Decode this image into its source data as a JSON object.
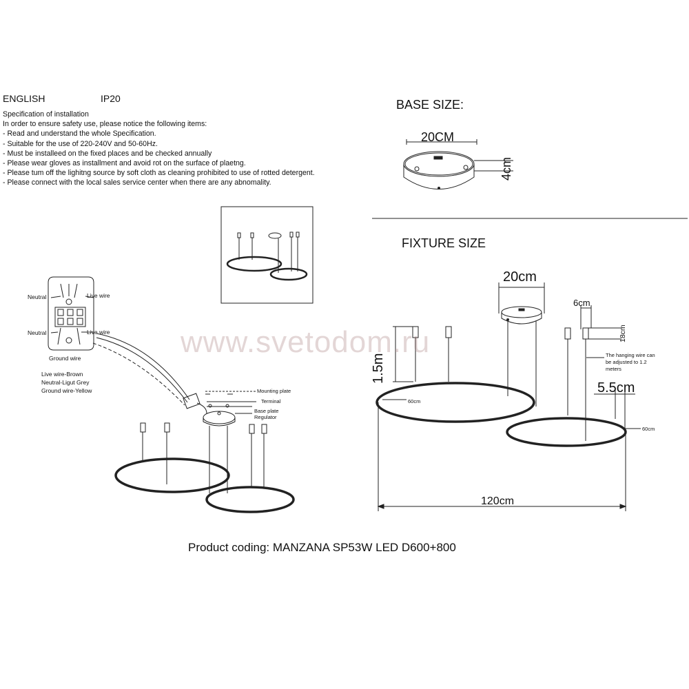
{
  "header": {
    "language": "ENGLISH",
    "ip_rating": "IP20"
  },
  "spec": {
    "title": "Specification of installation",
    "lines": [
      "In order to ensure safety use, please notice the following items:",
      "- Read and understand the whole Specification.",
      "- Suitable for the use of 220-240V and 50-60Hz.",
      "- Must be installeed on the fixed places and be checked annually",
      "- Please wear gloves as installment and avoid rot on the surface of plaetng.",
      "- Please tum off the lighitng source by soft cloth as cleaning prohibited to use of rotted detergent.",
      "- Please connect with the local sales service center when there are any abnomality."
    ]
  },
  "base": {
    "title": "BASE SIZE:",
    "width": "20CM",
    "height": "4cm"
  },
  "fixture": {
    "title": "FIXTURE SIZE",
    "canopy": "20cm",
    "clamp": "6cm",
    "clamp_h": "18cm",
    "drop": "1.5m",
    "note": [
      "The hanging wire can",
      "be adjusted to 1.2",
      "meters"
    ],
    "ring_profile": "5.5cm",
    "ring_a": "60cm",
    "ring_b": "60cm",
    "total_width": "120cm"
  },
  "wiring": {
    "neutral_top": "Neutral",
    "live_top": "Live wire",
    "neutral_bottom": "Neutral",
    "live_bottom": "Live wire",
    "ground": "Ground wire",
    "legend": [
      "Live wire-Brown",
      "Neutral-Ligut Grey",
      "Ground wire-Yellow"
    ]
  },
  "assembly": {
    "mounting_plate": "Mounting plate",
    "terminal": "Terminal",
    "base_plate": "Base plate",
    "regulator": "Regulator"
  },
  "watermark": "www.svetodom.ru",
  "product": "Product coding: MANZANA SP53W LED D600+800"
}
